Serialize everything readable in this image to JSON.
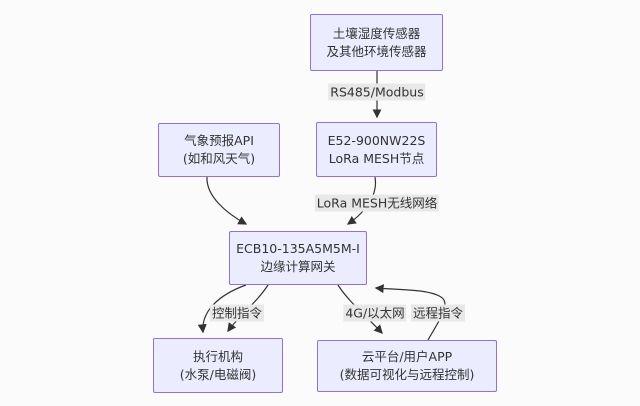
{
  "diagram": {
    "title": "IoT irrigation sensing architecture flowchart",
    "nodes": {
      "sensors": {
        "lines": [
          "土壤湿度传感器",
          "及其他环境传感器"
        ]
      },
      "lora_node": {
        "lines": [
          "E52-900NW22S",
          "LoRa MESH节点"
        ]
      },
      "weather_api": {
        "lines": [
          "气象预报API",
          "(如和风天气)"
        ]
      },
      "gateway": {
        "lines": [
          "ECB10-135A5M5M-I",
          "边缘计算网关"
        ]
      },
      "actuator": {
        "lines": [
          "执行机构",
          "(水泵/电磁阀)"
        ]
      },
      "cloud": {
        "lines": [
          "云平台/用户APP",
          "(数据可视化与远程控制)"
        ]
      }
    },
    "edge_labels": {
      "rs485": "RS485/Modbus",
      "lora_mesh": "LoRa MESH无线网络",
      "control": "控制指令",
      "ethernet": "4G/以太网",
      "remote": "远程指令"
    },
    "edges": [
      {
        "from": "sensors",
        "to": "lora_node",
        "label": "RS485/Modbus"
      },
      {
        "from": "lora_node",
        "to": "gateway",
        "label": "LoRa MESH无线网络"
      },
      {
        "from": "weather_api",
        "to": "gateway",
        "label": ""
      },
      {
        "from": "gateway",
        "to": "actuator",
        "label": ""
      },
      {
        "from": "gateway",
        "to": "actuator",
        "label": "控制指令"
      },
      {
        "from": "gateway",
        "to": "cloud",
        "label": "4G/以太网"
      },
      {
        "from": "cloud",
        "to": "gateway",
        "label": "远程指令"
      }
    ]
  },
  "colors": {
    "page_bg": "#fbfbfb",
    "node_fill": "#ECECFF",
    "node_border": "#9370DB",
    "edge_label_bg": "#e8e8e8",
    "line": "#333333",
    "text": "#333333"
  }
}
